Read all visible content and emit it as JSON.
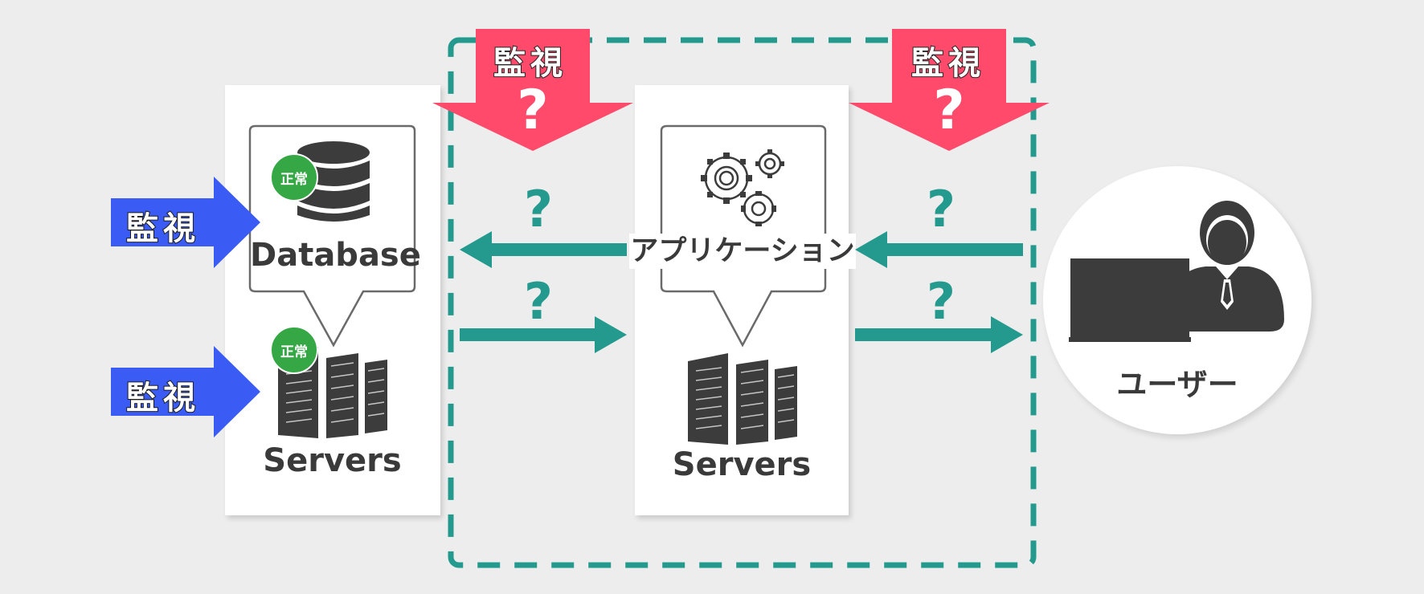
{
  "monitor_label": "監視",
  "question_mark": "?",
  "status_normal": "正常",
  "db_panel": {
    "db_label": "Database",
    "servers_label": "Servers"
  },
  "app_panel": {
    "app_label": "アプリケーション",
    "servers_label": "Servers"
  },
  "user_label": "ユーザー",
  "colors": {
    "teal": "#249a8e",
    "red": "#ff4a6b",
    "blue": "#3a5cf5",
    "green": "#35a845",
    "dark": "#3c3c3c",
    "background": "#ededed"
  }
}
